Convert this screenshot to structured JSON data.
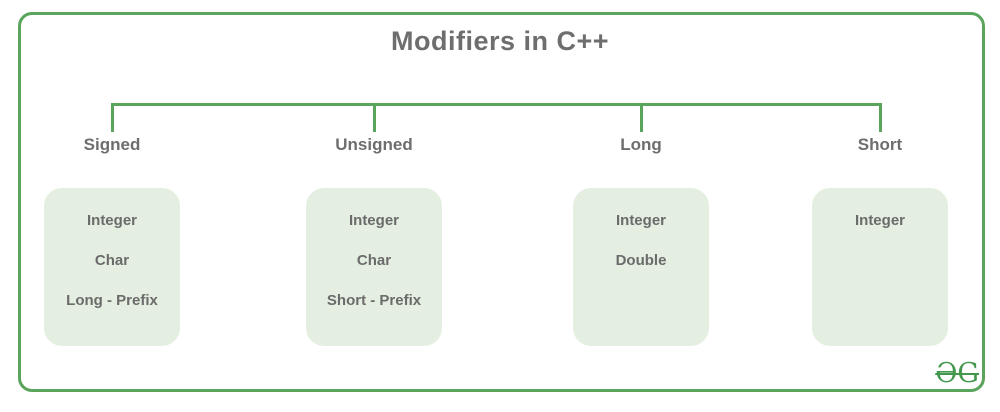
{
  "title": "Modifiers in C++",
  "logo_text": "ƏG",
  "colors": {
    "border_green": "#5aa55b",
    "connector_green": "#5aa55b",
    "box_background": "#e4efe2",
    "text_gray": "#6e6e6e",
    "logo_green": "#44984d"
  },
  "tree": {
    "branches": [
      {
        "label": "Signed",
        "items": [
          "Integer",
          "Char",
          "Long - Prefix"
        ]
      },
      {
        "label": "Unsigned",
        "items": [
          "Integer",
          "Char",
          "Short - Prefix"
        ]
      },
      {
        "label": "Long",
        "items": [
          "Integer",
          "Double"
        ]
      },
      {
        "label": "Short",
        "items": [
          "Integer"
        ]
      }
    ]
  }
}
